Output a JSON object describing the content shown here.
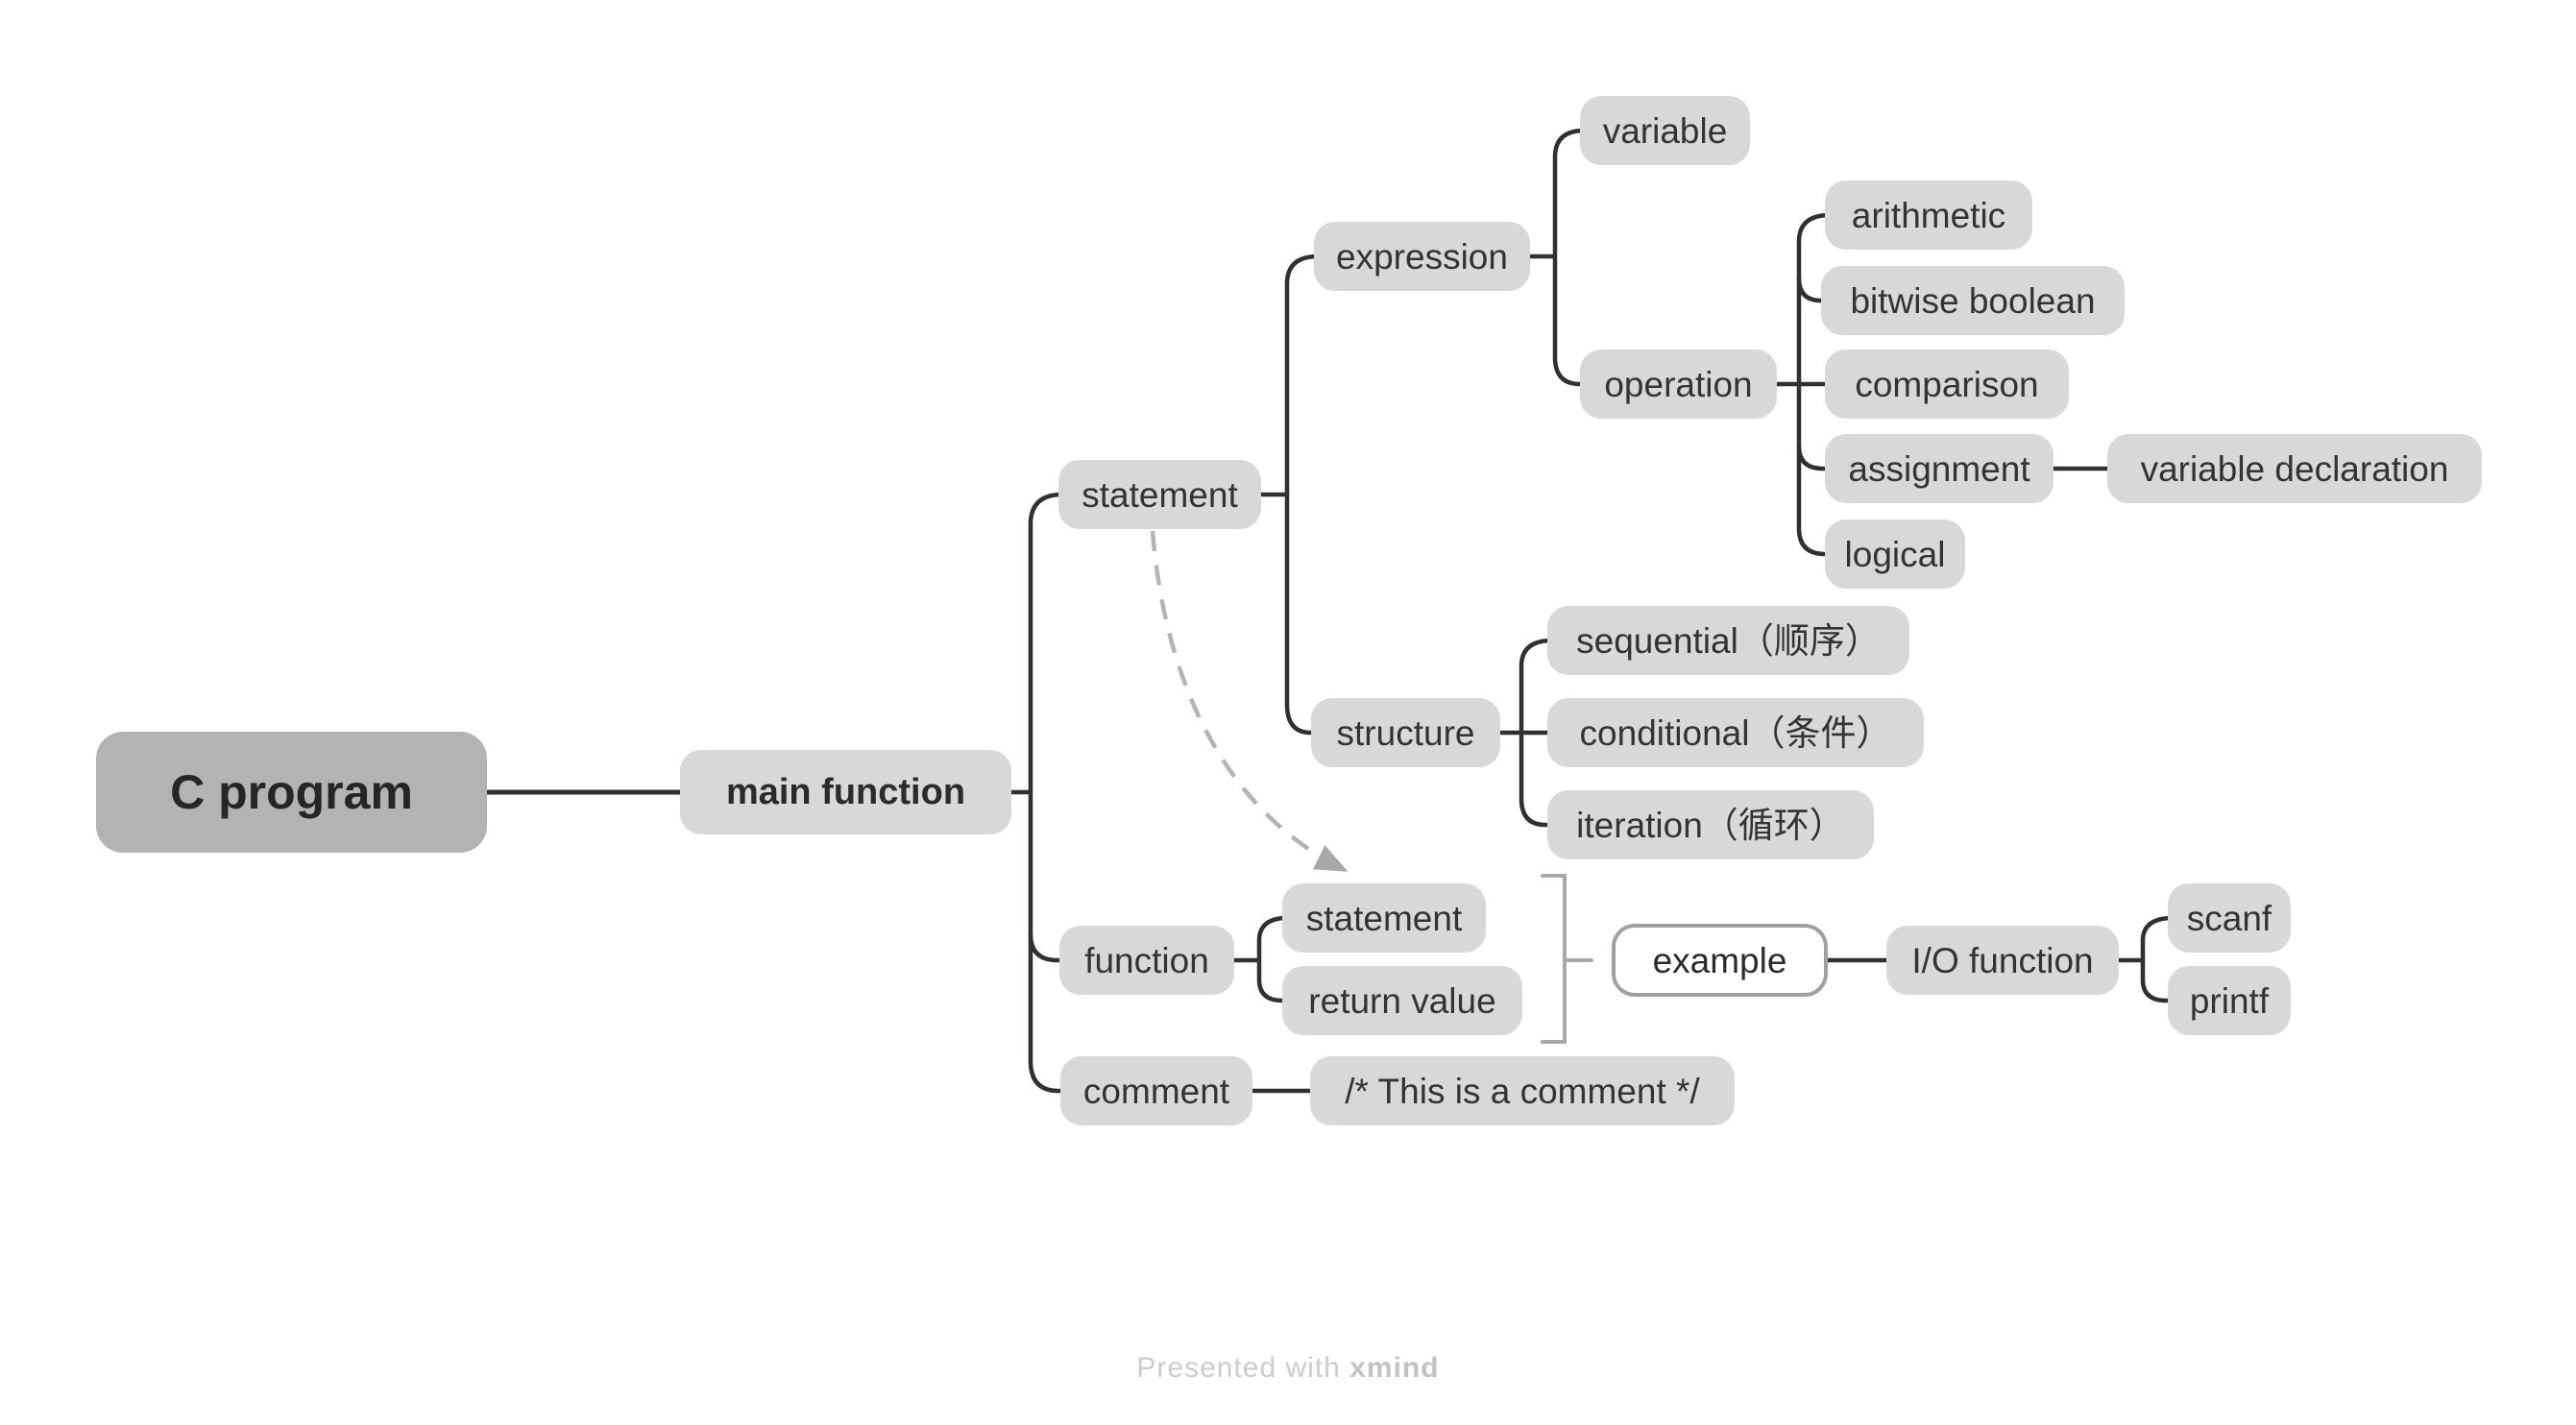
{
  "diagram": {
    "type": "mindmap",
    "direction": "left-to-right",
    "tree": {
      "id": "c_program",
      "children": [
        {
          "id": "main_function",
          "children": [
            {
              "id": "statement",
              "children": [
                {
                  "id": "expression",
                  "children": [
                    {
                      "id": "variable",
                      "children": []
                    },
                    {
                      "id": "operation",
                      "children": [
                        {
                          "id": "arithmetic",
                          "children": []
                        },
                        {
                          "id": "bitwise_boolean",
                          "children": []
                        },
                        {
                          "id": "comparison",
                          "children": []
                        },
                        {
                          "id": "assignment",
                          "children": [
                            {
                              "id": "variable_declaration",
                              "children": []
                            }
                          ]
                        },
                        {
                          "id": "logical",
                          "children": []
                        }
                      ]
                    }
                  ]
                },
                {
                  "id": "structure",
                  "children": [
                    {
                      "id": "sequential",
                      "children": []
                    },
                    {
                      "id": "conditional",
                      "children": []
                    },
                    {
                      "id": "iteration",
                      "children": []
                    }
                  ]
                }
              ]
            },
            {
              "id": "function",
              "children": [
                {
                  "id": "statement_2",
                  "children": []
                },
                {
                  "id": "return_value",
                  "children": []
                }
              ]
            },
            {
              "id": "comment",
              "children": [
                {
                  "id": "comment_text",
                  "children": []
                }
              ]
            }
          ]
        }
      ]
    },
    "summary": {
      "spans": [
        "statement_2",
        "return_value"
      ],
      "topic": "example",
      "children": [
        {
          "id": "io_function",
          "children": [
            {
              "id": "scanf",
              "children": []
            },
            {
              "id": "printf",
              "children": []
            }
          ]
        }
      ]
    },
    "relationship": {
      "from": "statement",
      "to": "statement_2",
      "style": "dashed-curved-arrow"
    }
  },
  "nodes": {
    "c_program": {
      "label": "C program"
    },
    "main_function": {
      "label": "main function"
    },
    "statement": {
      "label": "statement"
    },
    "expression": {
      "label": "expression"
    },
    "variable": {
      "label": "variable"
    },
    "operation": {
      "label": "operation"
    },
    "arithmetic": {
      "label": "arithmetic"
    },
    "bitwise_boolean": {
      "label": "bitwise boolean"
    },
    "comparison": {
      "label": "comparison"
    },
    "assignment": {
      "label": "assignment"
    },
    "variable_declaration": {
      "label": "variable declaration"
    },
    "logical": {
      "label": "logical"
    },
    "structure": {
      "label": "structure"
    },
    "sequential": {
      "label": "sequential（顺序）"
    },
    "conditional": {
      "label": "conditional（条件）"
    },
    "iteration": {
      "label": "iteration（循环）"
    },
    "function": {
      "label": "function"
    },
    "statement_2": {
      "label": "statement"
    },
    "return_value": {
      "label": "return value"
    },
    "example": {
      "label": "example"
    },
    "io_function": {
      "label": "I/O function"
    },
    "scanf": {
      "label": "scanf"
    },
    "printf": {
      "label": "printf"
    },
    "comment": {
      "label": "comment"
    },
    "comment_text": {
      "label": "/* This is a comment */"
    }
  },
  "footer": {
    "prefix": "Presented with ",
    "brand": "xmind"
  },
  "colors": {
    "background": "#ffffff",
    "root_fill": "#b3b3b3",
    "topic_fill": "#d8d8d8",
    "topic_text": "#333333",
    "branch_line": "#303030",
    "summary_bracket": "#a8a8a8",
    "relationship_dash": "#b4b4b4",
    "floating_border": "#a0a0a0",
    "watermark_text": "#cccccc"
  }
}
